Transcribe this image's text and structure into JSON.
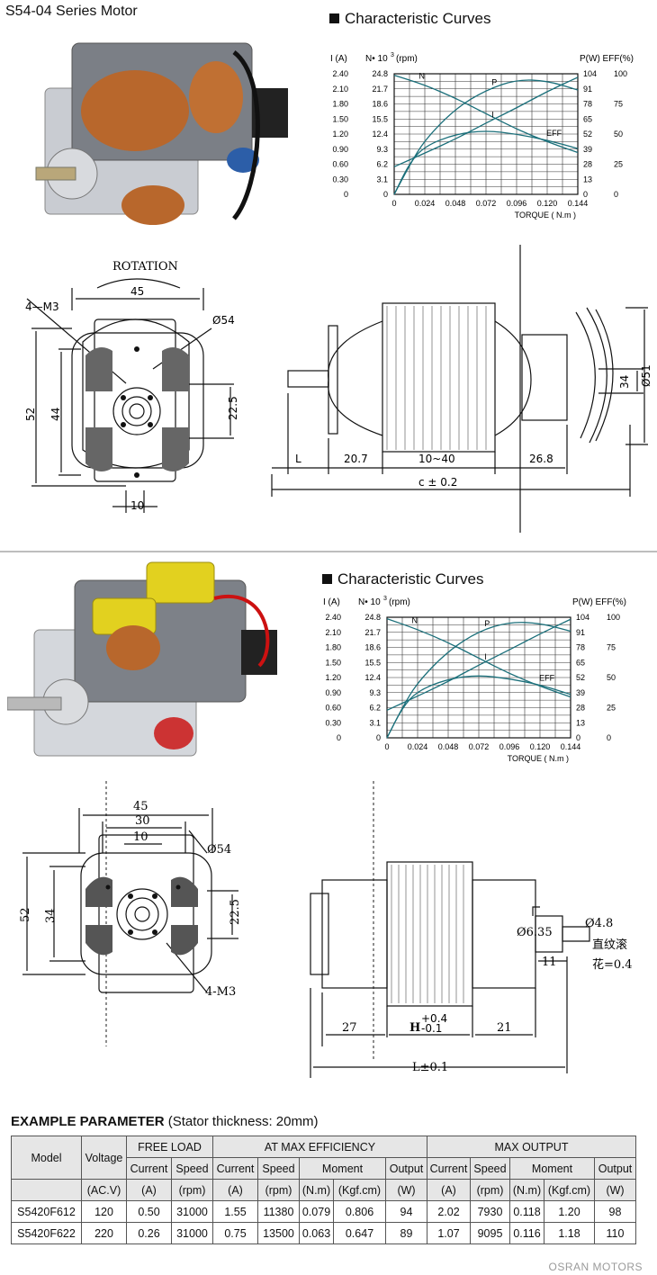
{
  "page": {
    "title": "S54-04 Series Motor",
    "brand": "OSRAN MOTORS"
  },
  "curves": {
    "title": "Characteristic Curves",
    "left_axis_i_label": "I (A)",
    "left_axis_n_label": "N• 10",
    "left_axis_n_sup": "3",
    "left_axis_n_unit": "(rpm)",
    "right_axis_label": "P(W)  EFF(%)",
    "x_axis_label": "TORQUE ( N.m )",
    "curve_labels": [
      "N",
      "P",
      "I",
      "EFF"
    ]
  },
  "chart_data": [
    {
      "type": "line",
      "x": [
        0,
        0.024,
        0.048,
        0.072,
        0.096,
        0.12,
        0.144
      ],
      "xlabel": "TORQUE ( N.m )",
      "xlim": [
        0,
        0.144
      ],
      "current_ticks": [
        "2.40",
        "2.10",
        "1.80",
        "1.50",
        "1.20",
        "0.90",
        "0.60",
        "0.30",
        "0"
      ],
      "speed_ticks": [
        "24.8",
        "21.7",
        "18.6",
        "15.5",
        "12.4",
        "9.3",
        "6.2",
        "3.1",
        "0"
      ],
      "power_ticks": [
        "104",
        "91",
        "78",
        "65",
        "52",
        "39",
        "28",
        "13",
        "0"
      ],
      "eff_ticks": [
        "100",
        "75",
        "50",
        "25",
        "0"
      ],
      "x_ticks": [
        "0",
        "0.024",
        "0.048",
        "0.072",
        "0.096",
        "0.120",
        "0.144"
      ],
      "grid": true,
      "series": [
        {
          "name": "N",
          "axis": "speed (x10^3 rpm)",
          "color": "#1a6f7a",
          "points": [
            [
              0.0,
              24.5
            ],
            [
              0.024,
              22.5
            ],
            [
              0.048,
              19.8
            ],
            [
              0.072,
              16.6
            ],
            [
              0.096,
              13.4
            ],
            [
              0.12,
              10.8
            ],
            [
              0.144,
              8.6
            ]
          ]
        },
        {
          "name": "P",
          "axis": "power (W)",
          "color": "#1a6f7a",
          "points": [
            [
              0.0,
              0
            ],
            [
              0.012,
              25
            ],
            [
              0.024,
              47
            ],
            [
              0.048,
              74
            ],
            [
              0.072,
              90
            ],
            [
              0.096,
              99
            ],
            [
              0.12,
              98
            ],
            [
              0.144,
              90
            ]
          ]
        },
        {
          "name": "I",
          "axis": "current (A)",
          "color": "#1a6f7a",
          "points": [
            [
              0.0,
              0.55
            ],
            [
              0.024,
              0.82
            ],
            [
              0.048,
              1.1
            ],
            [
              0.072,
              1.42
            ],
            [
              0.096,
              1.72
            ],
            [
              0.12,
              2.05
            ],
            [
              0.144,
              2.33
            ]
          ]
        },
        {
          "name": "EFF",
          "axis": "efficiency (%)",
          "color": "#1a6f7a",
          "points": [
            [
              0.0,
              0
            ],
            [
              0.012,
              26
            ],
            [
              0.024,
              40
            ],
            [
              0.048,
              50
            ],
            [
              0.072,
              53
            ],
            [
              0.096,
              50
            ],
            [
              0.12,
              45
            ],
            [
              0.144,
              38
            ]
          ]
        }
      ]
    },
    {
      "type": "line",
      "x": [
        0,
        0.024,
        0.048,
        0.072,
        0.096,
        0.12,
        0.144
      ],
      "xlabel": "TORQUE ( N.m )",
      "xlim": [
        0,
        0.144
      ],
      "current_ticks": [
        "2.40",
        "2.10",
        "1.80",
        "1.50",
        "1.20",
        "0.90",
        "0.60",
        "0.30",
        "0"
      ],
      "speed_ticks": [
        "24.8",
        "21.7",
        "18.6",
        "15.5",
        "12.4",
        "9.3",
        "6.2",
        "3.1",
        "0"
      ],
      "power_ticks": [
        "104",
        "91",
        "78",
        "65",
        "52",
        "39",
        "28",
        "13",
        "0"
      ],
      "eff_ticks": [
        "100",
        "75",
        "50",
        "25",
        "0"
      ],
      "x_ticks": [
        "0",
        "0.024",
        "0.048",
        "0.072",
        "0.096",
        "0.120",
        "0.144"
      ],
      "grid": true,
      "series": [
        {
          "name": "N",
          "axis": "speed (x10^3 rpm)",
          "color": "#1a6f7a",
          "points": [
            [
              0.0,
              24.5
            ],
            [
              0.024,
              22.3
            ],
            [
              0.048,
              19.6
            ],
            [
              0.072,
              16.4
            ],
            [
              0.096,
              13.2
            ],
            [
              0.12,
              10.6
            ],
            [
              0.144,
              8.4
            ]
          ]
        },
        {
          "name": "P",
          "axis": "power (W)",
          "color": "#1a6f7a",
          "points": [
            [
              0.0,
              0
            ],
            [
              0.012,
              26
            ],
            [
              0.024,
              48
            ],
            [
              0.048,
              75
            ],
            [
              0.072,
              92
            ],
            [
              0.096,
              100
            ],
            [
              0.12,
              99
            ],
            [
              0.144,
              92
            ]
          ]
        },
        {
          "name": "I",
          "axis": "current (A)",
          "color": "#1a6f7a",
          "points": [
            [
              0.0,
              0.55
            ],
            [
              0.024,
              0.83
            ],
            [
              0.048,
              1.12
            ],
            [
              0.072,
              1.45
            ],
            [
              0.096,
              1.75
            ],
            [
              0.12,
              2.07
            ],
            [
              0.144,
              2.36
            ]
          ]
        },
        {
          "name": "EFF",
          "axis": "efficiency (%)",
          "color": "#1a6f7a",
          "points": [
            [
              0.0,
              0
            ],
            [
              0.012,
              25
            ],
            [
              0.024,
              39
            ],
            [
              0.048,
              49
            ],
            [
              0.072,
              52
            ],
            [
              0.096,
              49
            ],
            [
              0.12,
              44
            ],
            [
              0.144,
              36
            ]
          ]
        }
      ]
    }
  ],
  "drawing1": {
    "rotation": "ROTATION",
    "d45": "45",
    "m3": "4—M3",
    "phi54": "Ø54",
    "d52": "52",
    "d44": "44",
    "d225": "22.5",
    "d10": "10",
    "L": "L",
    "d207": "20.7",
    "d1040": "10~40",
    "d268": "26.8",
    "c": "c ± 0.2",
    "d34": "34",
    "phi51": "Ø51"
  },
  "drawing2": {
    "d45": "45",
    "d30": "30",
    "d10": "10",
    "phi54": "Ø54",
    "d52": "52",
    "d34": "34",
    "d225": "22.5",
    "m3": "4-M3",
    "phi635": "Ø6.35",
    "phi48": "Ø4.8",
    "knurl1": "直纹滚",
    "knurl2": "花=0.4",
    "d11": "11",
    "d27": "27",
    "H": "H",
    "Hplus": "+0.4",
    "Hminus": "-0.1",
    "d21": "21",
    "L": "L±0.1"
  },
  "params": {
    "title": "EXAMPLE PARAMETER",
    "note": "(Stator thickness: 20mm)",
    "group_free": "FREE LOAD",
    "group_eff": "AT MAX EFFICIENCY",
    "group_max": "MAX OUTPUT",
    "h_model": "Model",
    "h_voltage": "Voltage",
    "h_current": "Current",
    "h_speed": "Speed",
    "h_moment": "Moment",
    "h_output": "Output",
    "u_voltage": "(AC.V)",
    "u_a": "(A)",
    "u_rpm": "(rpm)",
    "u_nm": "(N.m)",
    "u_kgf": "(Kgf.cm)",
    "u_w": "(W)",
    "rows": [
      [
        "S5420F612",
        "120",
        "0.50",
        "31000",
        "1.55",
        "11380",
        "0.079",
        "0.806",
        "94",
        "2.02",
        "7930",
        "0.118",
        "1.20",
        "98"
      ],
      [
        "S5420F622",
        "220",
        "0.26",
        "31000",
        "0.75",
        "13500",
        "0.063",
        "0.647",
        "89",
        "1.07",
        "9095",
        "0.116",
        "1.18",
        "110"
      ]
    ]
  }
}
